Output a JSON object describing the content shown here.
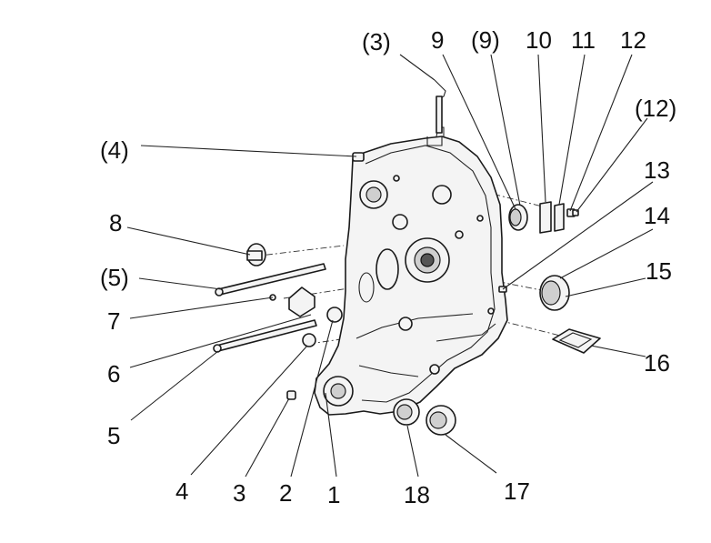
{
  "diagram": {
    "callouts": [
      {
        "id": "c3p",
        "text": "(3)"
      },
      {
        "id": "c9",
        "text": "9"
      },
      {
        "id": "c9p",
        "text": "(9)"
      },
      {
        "id": "c10",
        "text": "10"
      },
      {
        "id": "c11",
        "text": "11"
      },
      {
        "id": "c12",
        "text": "12"
      },
      {
        "id": "c12p",
        "text": "(12)"
      },
      {
        "id": "c4p",
        "text": "(4)"
      },
      {
        "id": "c13",
        "text": "13"
      },
      {
        "id": "c14",
        "text": "14"
      },
      {
        "id": "c8",
        "text": "8"
      },
      {
        "id": "c15",
        "text": "15"
      },
      {
        "id": "c5p",
        "text": "(5)"
      },
      {
        "id": "c7",
        "text": "7"
      },
      {
        "id": "c6",
        "text": "6"
      },
      {
        "id": "c16",
        "text": "16"
      },
      {
        "id": "c5",
        "text": "5"
      },
      {
        "id": "c4",
        "text": "4"
      },
      {
        "id": "c3",
        "text": "3"
      },
      {
        "id": "c2",
        "text": "2"
      },
      {
        "id": "c1",
        "text": "1"
      },
      {
        "id": "c18",
        "text": "18"
      },
      {
        "id": "c17",
        "text": "17"
      }
    ]
  }
}
